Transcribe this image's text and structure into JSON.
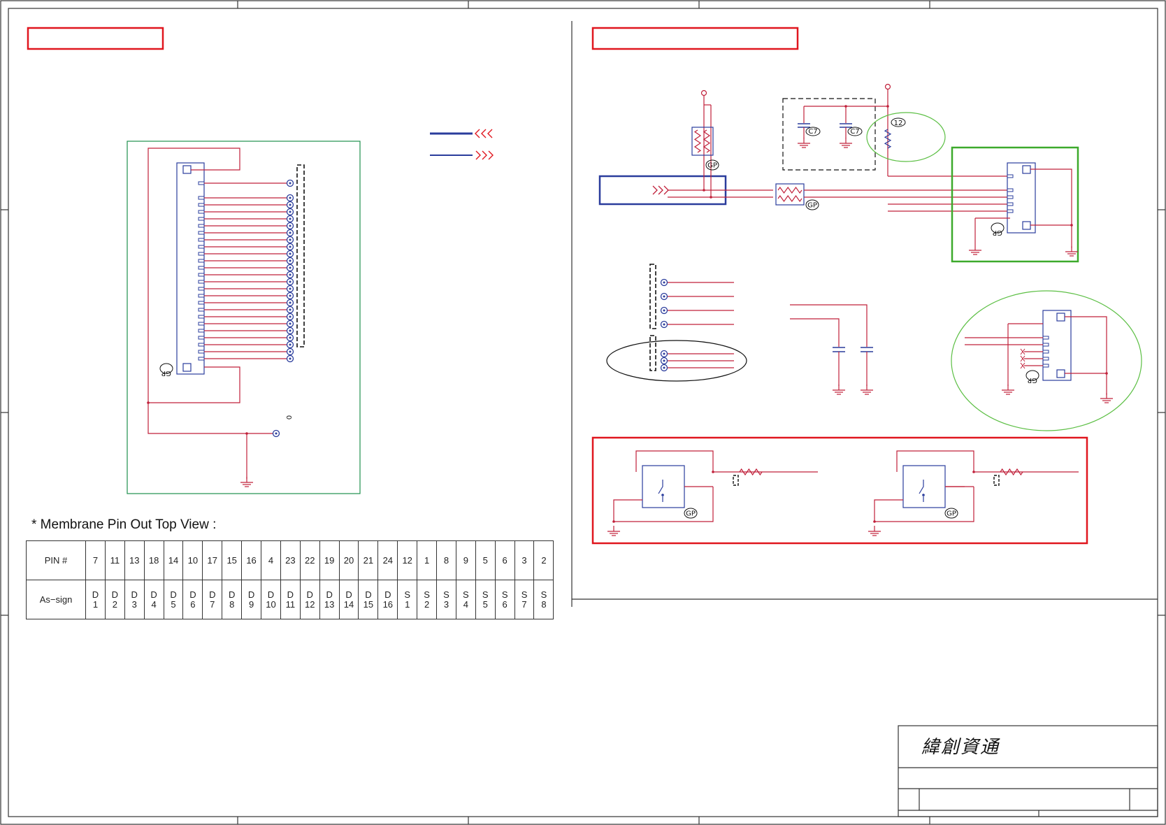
{
  "membrane": {
    "title": "* Membrane Pin Out Top View :",
    "pin_header": "PIN #",
    "sign_header": "As−sign",
    "pins": [
      "7",
      "11",
      "13",
      "18",
      "14",
      "10",
      "17",
      "15",
      "16",
      "4",
      "23",
      "22",
      "19",
      "20",
      "21",
      "24",
      "12",
      "1",
      "8",
      "9",
      "5",
      "6",
      "3",
      "2"
    ],
    "signals": [
      [
        "D",
        "1"
      ],
      [
        "D",
        "2"
      ],
      [
        "D",
        "3"
      ],
      [
        "D",
        "4"
      ],
      [
        "D",
        "5"
      ],
      [
        "D",
        "6"
      ],
      [
        "D",
        "7"
      ],
      [
        "D",
        "8"
      ],
      [
        "D",
        "9"
      ],
      [
        "D",
        "10"
      ],
      [
        "D",
        "11"
      ],
      [
        "D",
        "12"
      ],
      [
        "D",
        "13"
      ],
      [
        "D",
        "14"
      ],
      [
        "D",
        "15"
      ],
      [
        "D",
        "16"
      ],
      [
        "S",
        "1"
      ],
      [
        "S",
        "2"
      ],
      [
        "S",
        "3"
      ],
      [
        "S",
        "4"
      ],
      [
        "S",
        "5"
      ],
      [
        "S",
        "6"
      ],
      [
        "S",
        "7"
      ],
      [
        "S",
        "8"
      ]
    ]
  },
  "titleblock": {
    "company": "緯創資通"
  },
  "component_labels": {
    "gp": "GP",
    "c7": "C7",
    "r12": "12",
    "r0": "0"
  },
  "colors": {
    "wire_red": "#c0203a",
    "wire_blue": "#2a3c9c",
    "box_red": "#e0161e",
    "box_green": "#3daa2c",
    "frame_green": "#1e8f4e",
    "ellipse_green": "#5cbf44"
  }
}
